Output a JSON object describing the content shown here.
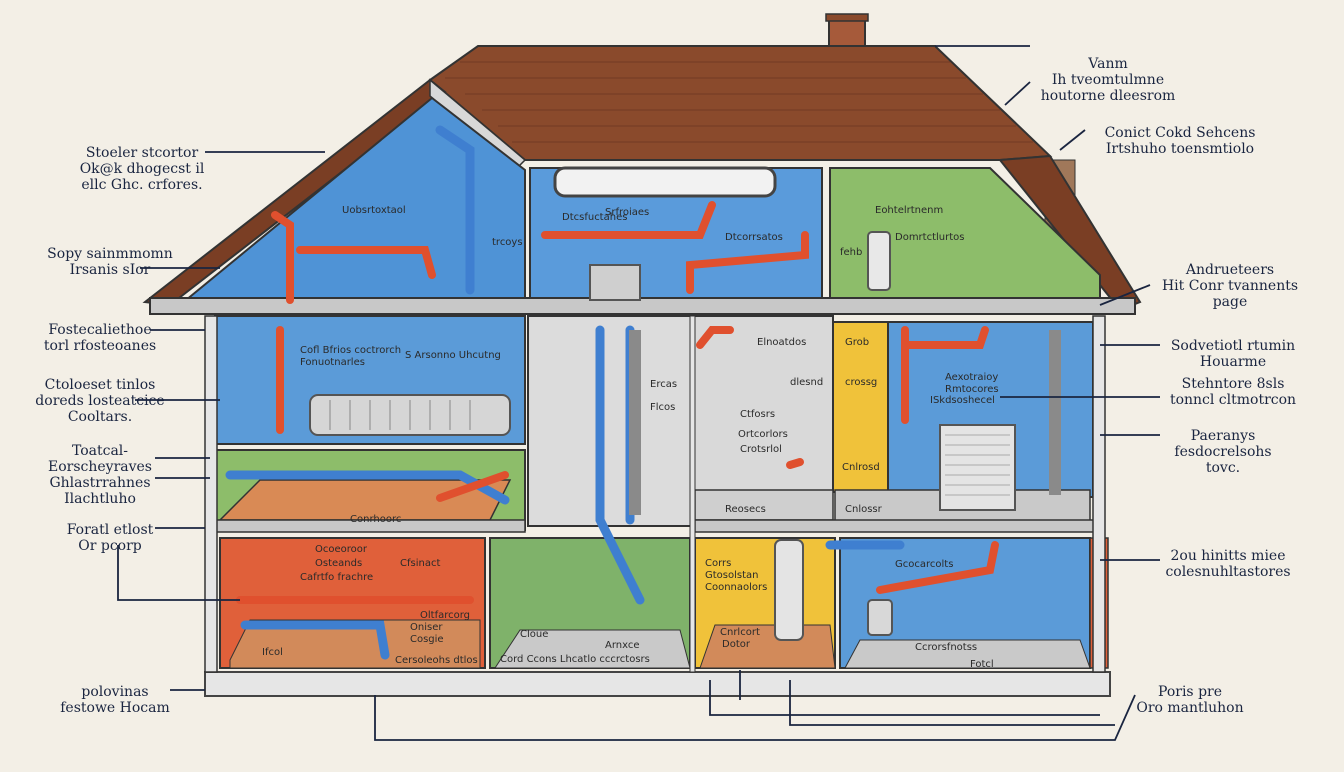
{
  "colors": {
    "background": "#f3efe6",
    "roof": "#8a4a2c",
    "wall_blue": "#5b9bd8",
    "wall_green": "#8fbf6a",
    "wall_red": "#e0603a",
    "wall_yellow": "#f0c23a",
    "hot_pipe": "#e0502e",
    "cold_pipe": "#3f7fd0",
    "leader_line": "#1a2540"
  },
  "callouts_left": [
    {
      "lines": [
        "Stoeler stcortor",
        "Ok@k dhogecst il",
        "ellc Ghc. crfores."
      ]
    },
    {
      "lines": [
        "Sopy sainmmomn",
        "Irsanis sIor"
      ]
    },
    {
      "lines": [
        "Fostecaliethoe",
        "torl rfosteoanes"
      ]
    },
    {
      "lines": [
        "Ctoloeset tinlos",
        "doreds losteatcice",
        "Cooltars."
      ]
    },
    {
      "lines": [
        "Toatcal-",
        "Eorscheyraves",
        "Ghlastrrahnes",
        "Ilachtluho"
      ]
    },
    {
      "lines": [
        "Foratl etlost",
        "Or pcorp"
      ]
    },
    {
      "lines": [
        "polovinas",
        "festowe Hocam"
      ]
    }
  ],
  "callouts_right": [
    {
      "lines": [
        "Vanm",
        "Ih tveomtulmne",
        "houtorne dleesrom"
      ]
    },
    {
      "lines": [
        "Conict Cokd Sehcens",
        "Irtshuho toensmtiolo"
      ]
    },
    {
      "lines": [
        "Andrueteers",
        "Hit Conr tvannents",
        "page"
      ]
    },
    {
      "lines": [
        "Sodvetiotl rtumin",
        "Houarme"
      ]
    },
    {
      "lines": [
        "Stehntore 8sls",
        "tonncl cltmotrcon"
      ]
    },
    {
      "lines": [
        "Paeranys",
        "fesdocrelsohs",
        "tovc."
      ]
    },
    {
      "lines": [
        "2ou hinitts miee",
        "colesnuhltastores"
      ]
    },
    {
      "lines": [
        "Poris pre",
        "Oro mantluhon"
      ]
    }
  ],
  "room_labels": {
    "attic_left": "Uobsrtoxtaol",
    "attic_left_small": "trcoys",
    "attic_mid": "Dtcsfuctahes",
    "attic_mid_sub": "Srfroiaes",
    "attic_mid2": "Dtcorrsatos",
    "attic_right": "Eohtelrtnenm",
    "attic_right2": "Domrtctlurtos",
    "attic_right_small": "fehb",
    "f2_left_a": "Cofl Bfrios coctrorch",
    "f2_left_b": "Fonuotnarles",
    "f2_left_c": "S Arsonno Uhcutng",
    "f2_core_a": "Ercas",
    "f2_core_b": "Flcos",
    "f2_mid_a": "Elnoatdos",
    "f2_mid_b": "dlesnd",
    "f2_mid_c": "Ctfosrs",
    "f2_mid_d": "Ortcorlors",
    "f2_mid_e": "Crotsrlol",
    "f2_yellow_a": "Grob",
    "f2_yellow_b": "crossg",
    "f2_yellow_c": "Cnlrosd",
    "f2_right_a": "Aexotraioy",
    "f2_right_b": "Rmtocores",
    "f2_right_c": "ISkdsoshecel",
    "f1_left": "Conrhoorc",
    "f1_core": "Reosecs",
    "f1_yellow": "Cnlossr",
    "bs_red_a": "Ocoeoroor",
    "bs_red_b": "Osteands",
    "bs_red_c": "Cafrtfo frachre",
    "bs_red_d": "Cfsinact",
    "bs_red_e": "Oltfarcorg",
    "bs_red_f": "Oniser",
    "bs_red_g": "Cosgie",
    "bs_red_h": "Cersoleohs dtlos",
    "bs_red_i": "Ifcol",
    "bs_core_a": "Cloue",
    "bs_core_b": "Arnxce",
    "bs_core_c": "Cord Ccons Lhcatlo cccrctosrs",
    "bs_yellow_a": "Corrs",
    "bs_yellow_b": "Gtosolstan",
    "bs_yellow_c": "Coonnaolors",
    "bs_yellow_d": "Cnrlcort",
    "bs_yellow_e": "Dotor",
    "bs_right_a": "Gcocarcolts",
    "bs_right_b": "Ccrorsfnotss",
    "bs_right_c": "Fotcl"
  }
}
